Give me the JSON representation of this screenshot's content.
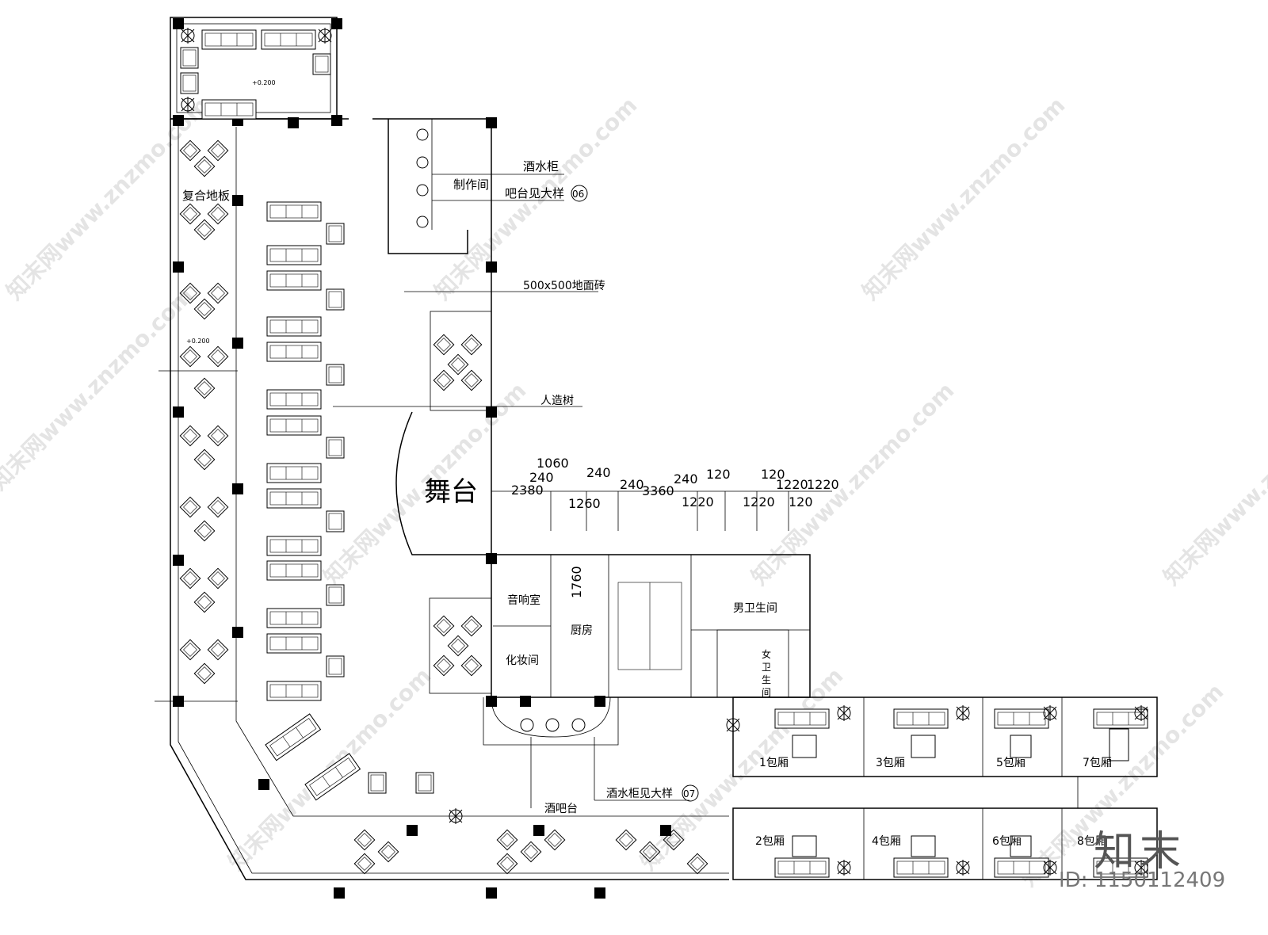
{
  "labels": {
    "wine_cabinet": "酒水柜",
    "workroom": "制作间",
    "bar_detail": "吧台见大样",
    "bar_detail_ref": "06",
    "composite_floor": "复合地板",
    "elevation_top": "+0.200",
    "elevation_left": "+0.200",
    "floor_tile": "500x500地面砖",
    "artificial_tree": "人造树",
    "stage": "舞台",
    "sound_room": "音响室",
    "dressing_room": "化妆间",
    "kitchen": "厨房",
    "mens_wc": "男卫生间",
    "womens_wc_1": "女",
    "womens_wc_2": "卫",
    "womens_wc_3": "生",
    "womens_wc_4": "间",
    "wine_bar": "酒吧台",
    "wine_cabinet_detail": "酒水柜见大样",
    "wine_cabinet_detail_ref": "07"
  },
  "dimensions": {
    "d1": "1060",
    "d2": "240",
    "d3": "240",
    "d4": "2380",
    "d5": "1260",
    "d6": "240",
    "d7": "3360",
    "d8": "240",
    "d9": "120",
    "d10": "120",
    "d11": "1220",
    "d12": "1220",
    "d13": "1220",
    "d14": "1220",
    "d15": "120",
    "d16": "1760"
  },
  "rooms": {
    "r1": "1包厢",
    "r2": "2包厢",
    "r3": "3包厢",
    "r4": "4包厢",
    "r5": "5包厢",
    "r6": "6包厢",
    "r7": "7包厢",
    "r8": "8包厢"
  },
  "watermark": "知末网www.znzmo.com",
  "brand": "知末",
  "image_id": "ID: 1150112409"
}
